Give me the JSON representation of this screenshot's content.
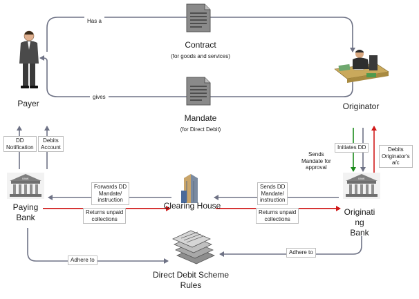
{
  "nodes": {
    "payer": "Payer",
    "originator": "Originator",
    "contract": "Contract",
    "contract_sub": "(for goods and services)",
    "mandate": "Mandate",
    "mandate_sub": "(for Direct Debit)",
    "paying_bank": [
      "Paying",
      "Bank"
    ],
    "clearing_house": "Clearing House",
    "originating_bank": [
      "Originati",
      "ng",
      "Bank"
    ],
    "scheme_rules": [
      "Direct Debit Scheme",
      "Rules"
    ],
    "bank_sign": "BANK"
  },
  "edges": {
    "has_a": "Has a",
    "gives": "gives",
    "dd_notification": [
      "DD",
      "Notification"
    ],
    "debits_account": [
      "Debits",
      "Account"
    ],
    "forwards_dd": [
      "Forwards DD",
      "Mandate/",
      "instruction"
    ],
    "returns_unpaid_left": [
      "Returns unpaid",
      "collections"
    ],
    "sends_dd": [
      "Sends DD",
      "Mandate/",
      "instruction"
    ],
    "returns_unpaid_right": [
      "Returns unpaid",
      "collections"
    ],
    "sends_mandate": [
      "Sends",
      "Mandate for",
      "approval"
    ],
    "initiates_dd": "Initiates DD",
    "debits_originator": [
      "Debits",
      "Originator's",
      "a/c"
    ],
    "adhere_to_left": "Adhere to",
    "adhere_to_right": "Adhere to"
  },
  "colors": {
    "connector": "#6e7285",
    "red_arrow": "#d01818",
    "green_arrow": "#1a8a1a"
  }
}
